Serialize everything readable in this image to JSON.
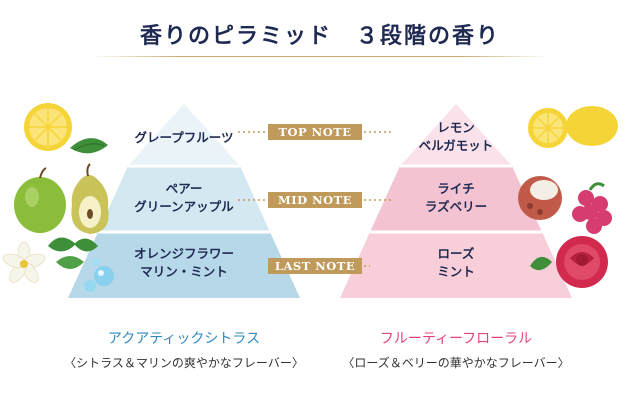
{
  "title": "香りのピラミッド　３段階の香り",
  "notes": [
    "TOP NOTE",
    "MID NOTE",
    "LAST NOTE"
  ],
  "left_pyramid": {
    "top": [
      "グレープフルーツ"
    ],
    "mid": [
      "ペアー",
      "グリーンアップル"
    ],
    "last": [
      "オレンジフラワー",
      "マリン・ミント"
    ]
  },
  "right_pyramid": {
    "top": [
      "レモン",
      "ベルガモット"
    ],
    "mid": [
      "ライチ",
      "ラズベリー"
    ],
    "last": [
      "ローズ",
      "ミント"
    ]
  },
  "left_caption": {
    "title": "アクアティックシトラス",
    "subtitle": "〈シトラス＆マリンの爽やかなフレーバー〉"
  },
  "right_caption": {
    "title": "フルーティーフローラル",
    "subtitle": "〈ローズ＆ベリーの華やかなフレーバー〉"
  },
  "colors": {
    "title": "#1f2a52",
    "note_badge": "#bf9a5a",
    "left_top": "#e9f3f8",
    "left_mid": "#d3e8f1",
    "left_last": "#b7d8e8",
    "right_top": "#fbe2ea",
    "right_mid": "#f4c3d2",
    "right_last": "#f8cfd9",
    "left_caption": "#2f8ac2",
    "right_caption": "#e2437f"
  },
  "icons": [
    "lemon-icon",
    "leaves-icon",
    "pear-icon",
    "green-apple-icon",
    "orange-flower-icon",
    "water-drop-icon",
    "lemon-right-icon",
    "lychee-icon",
    "raspberry-icon",
    "rose-icon"
  ]
}
